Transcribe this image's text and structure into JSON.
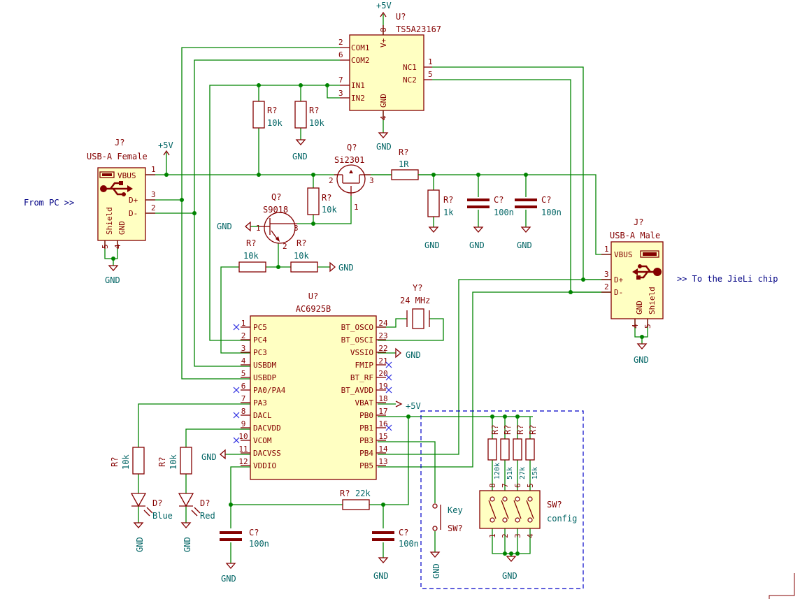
{
  "usb_female": {
    "ref": "J?",
    "value": "USB-A Female",
    "pin_vbus": "VBUS",
    "pin_dp": "D+",
    "pin_dm": "D-",
    "pin_shield": "Shield",
    "pin_gnd": "GND",
    "n1": "1",
    "n2": "2",
    "n3": "3",
    "n4": "4",
    "n5": "5"
  },
  "usb_male": {
    "ref": "J?",
    "value": "USB-A Male",
    "pin_vbus": "VBUS",
    "pin_dp": "D+",
    "pin_dm": "D-",
    "pin_shield": "Shield",
    "pin_gnd": "GND",
    "n1": "1",
    "n2": "2",
    "n3": "3",
    "n4": "4",
    "n5": "5"
  },
  "switch_ic": {
    "ref": "U?",
    "value": "TS5A23167",
    "vplus": "V+",
    "com1": "COM1",
    "com2": "COM2",
    "in1": "IN1",
    "in2": "IN2",
    "nc1": "NC1",
    "nc2": "NC2",
    "gnd": "GND",
    "p8": "8",
    "p2": "2",
    "p6": "6",
    "p7": "7",
    "p3": "3",
    "p1": "1",
    "p5": "5",
    "p4": "4"
  },
  "mcu": {
    "ref": "U?",
    "value": "AC6925B",
    "left_pins": [
      {
        "n": "1",
        "name": "PC5"
      },
      {
        "n": "2",
        "name": "PC4"
      },
      {
        "n": "3",
        "name": "PC3"
      },
      {
        "n": "4",
        "name": "USBDM"
      },
      {
        "n": "5",
        "name": "USBDP"
      },
      {
        "n": "6",
        "name": "PA0/PA4"
      },
      {
        "n": "7",
        "name": "PA3"
      },
      {
        "n": "8",
        "name": "DACL"
      },
      {
        "n": "9",
        "name": "DACVDD"
      },
      {
        "n": "10",
        "name": "VCOM"
      },
      {
        "n": "11",
        "name": "DACVSS"
      },
      {
        "n": "12",
        "name": "VDDIO"
      }
    ],
    "right_pins": [
      {
        "n": "24",
        "name": "BT_OSCO"
      },
      {
        "n": "23",
        "name": "BT_OSCI"
      },
      {
        "n": "22",
        "name": "VSSIO"
      },
      {
        "n": "21",
        "name": "FMIP"
      },
      {
        "n": "20",
        "name": "BT_RF"
      },
      {
        "n": "19",
        "name": "BT_AVDD"
      },
      {
        "n": "18",
        "name": "VBAT"
      },
      {
        "n": "17",
        "name": "PB0"
      },
      {
        "n": "16",
        "name": "PB1"
      },
      {
        "n": "15",
        "name": "PB3"
      },
      {
        "n": "14",
        "name": "PB4"
      },
      {
        "n": "13",
        "name": "PB5"
      }
    ]
  },
  "mosfet": {
    "ref": "Q?",
    "value": "Si2301",
    "p1": "1",
    "p2": "2",
    "p3": "3"
  },
  "npn": {
    "ref": "Q?",
    "value": "S9018",
    "p1": "1",
    "p2": "2",
    "p3": "3"
  },
  "crystal": {
    "ref": "Y?",
    "value": "24 MHz"
  },
  "resistors": {
    "r_in1": {
      "ref": "R?",
      "value": "10k"
    },
    "r_gnd": {
      "ref": "R?",
      "value": "10k"
    },
    "r_gate": {
      "ref": "R?",
      "value": "10k"
    },
    "r_series": {
      "ref": "R?",
      "value": "1R"
    },
    "r_load": {
      "ref": "R?",
      "value": "1k"
    },
    "r_base": {
      "ref": "R?",
      "value": "10k"
    },
    "r_base_gnd": {
      "ref": "R?",
      "value": "10k"
    },
    "r_blue": {
      "ref": "R?",
      "value": "10k"
    },
    "r_red": {
      "ref": "R?",
      "value": "10k"
    },
    "r_vddio": {
      "ref": "R?",
      "value": "22k"
    },
    "r_cfg": [
      {
        "ref": "R?",
        "value": "120k"
      },
      {
        "ref": "R?",
        "value": "51k"
      },
      {
        "ref": "R?",
        "value": "27k"
      },
      {
        "ref": "R?",
        "value": "15k"
      }
    ]
  },
  "capacitors": {
    "c1": {
      "ref": "C?",
      "value": "100n"
    },
    "c2": {
      "ref": "C?",
      "value": "100n"
    },
    "c_vddio": {
      "ref": "C?",
      "value": "100n"
    },
    "c_vbat": {
      "ref": "C?",
      "value": "100n"
    }
  },
  "leds": {
    "blue": {
      "ref": "D?",
      "value": "Blue"
    },
    "red": {
      "ref": "D?",
      "value": "Red"
    }
  },
  "key": {
    "ref": "SW?",
    "value": "Key"
  },
  "dip": {
    "ref": "SW?",
    "value": "config",
    "top": [
      "8",
      "7",
      "6",
      "5"
    ],
    "bottom": [
      "1",
      "2",
      "3",
      "4"
    ]
  },
  "power": {
    "v5": "+5V",
    "gnd": "GND"
  },
  "notes": {
    "from_pc": "From PC >>",
    "to_chip": ">> To the JieLi chip"
  }
}
